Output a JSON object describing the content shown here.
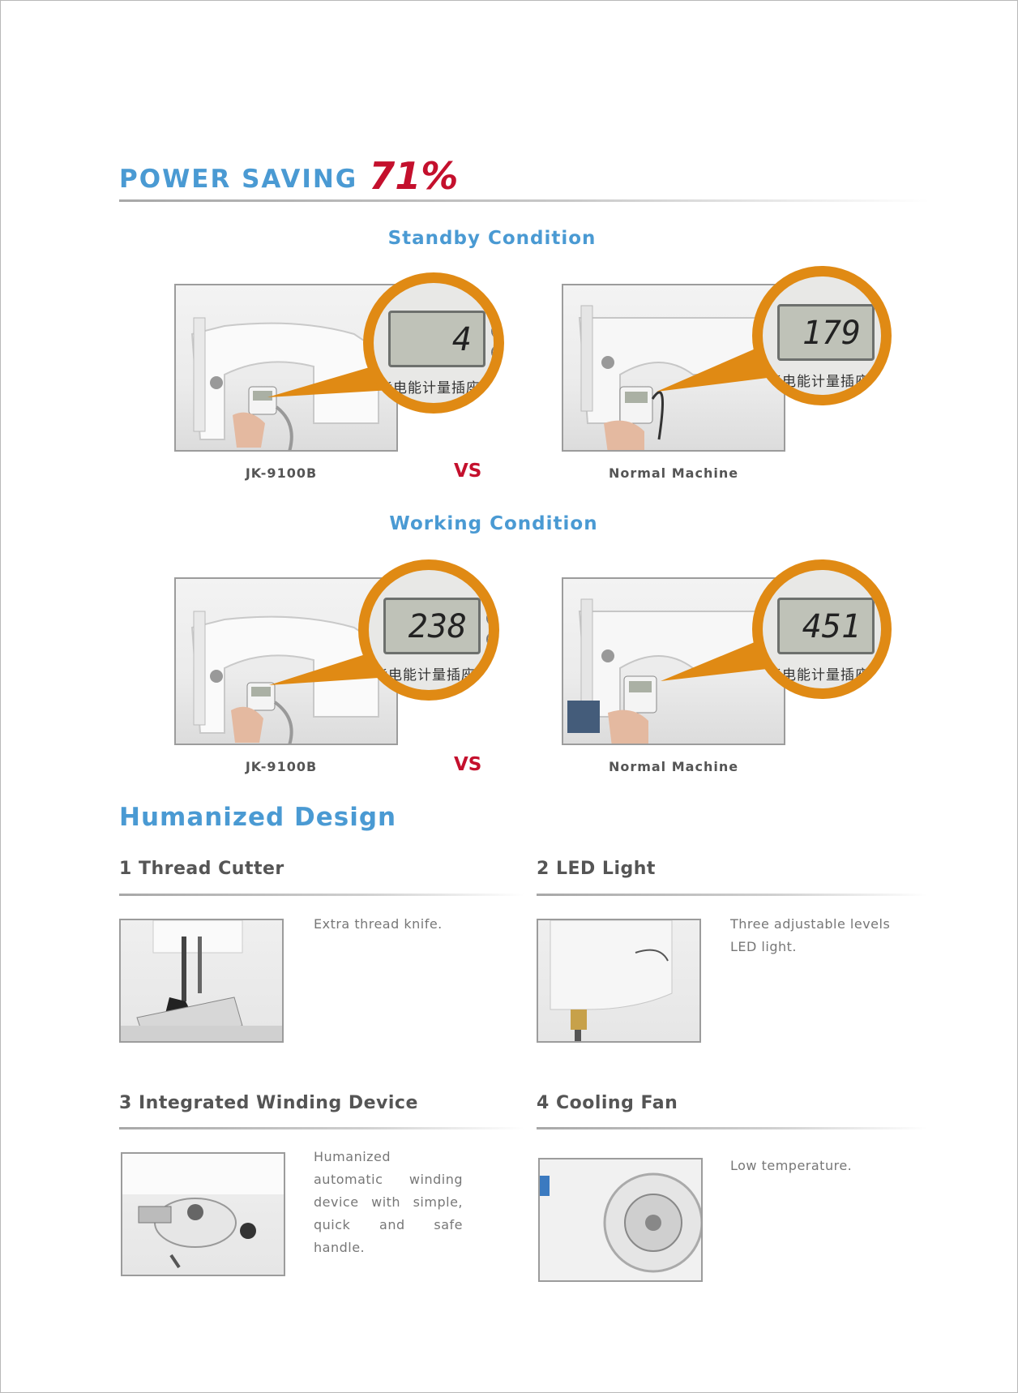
{
  "header": {
    "title": "POWER SAVING",
    "percent": "71%"
  },
  "standby": {
    "title": "Standby Condition",
    "left": {
      "reading": "4",
      "meter_label": "能电能计量插座",
      "caption": "JK-9100B"
    },
    "vs": "VS",
    "right": {
      "reading": "179",
      "meter_label": "能电能计量插座",
      "caption": "Normal Machine"
    }
  },
  "working": {
    "title": "Working Condition",
    "left": {
      "reading": "238",
      "meter_label": "能电能计量插座",
      "caption": "JK-9100B"
    },
    "vs": "VS",
    "right": {
      "reading": "451",
      "meter_label": "能电能计量插座",
      "caption": "Normal Machine"
    }
  },
  "humanized": {
    "title": "Humanized Design",
    "features": [
      {
        "title": "1 Thread Cutter",
        "desc": "Extra thread knife."
      },
      {
        "title": "2  LED Light",
        "desc": "Three adjustable levels LED light."
      },
      {
        "title": "3  Integrated Winding Device",
        "desc": "Humanized automatic winding device with simple, quick and safe handle."
      },
      {
        "title": "4  Cooling Fan",
        "desc": "Low temperature."
      }
    ]
  },
  "colors": {
    "accent_blue": "#4a9ad3",
    "accent_red": "#c4102d",
    "zoom_orange": "#e08a14"
  }
}
